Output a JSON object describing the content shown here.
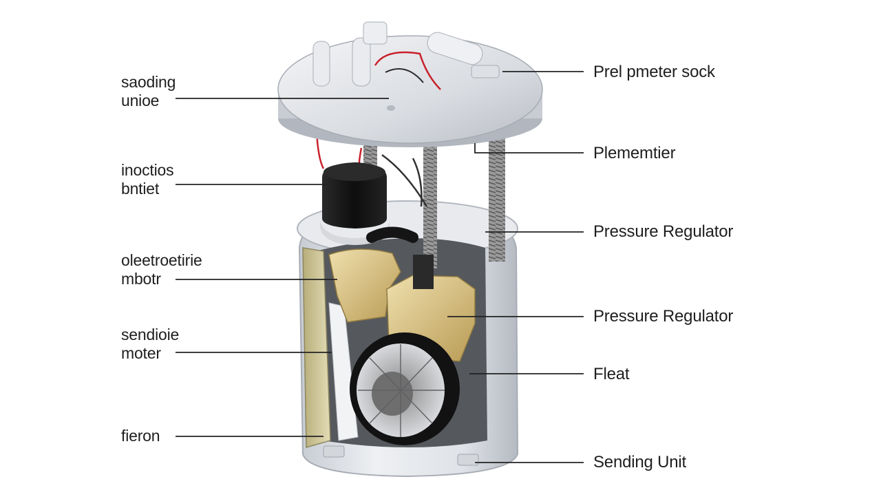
{
  "diagram": {
    "left_labels": [
      {
        "line1": "saoding",
        "line2": "unioe"
      },
      {
        "line1": "inoctios",
        "line2": "bntiet"
      },
      {
        "line1": "oleetroetirie",
        "line2": "mbotr"
      },
      {
        "line1": "sendioie",
        "line2": "moter"
      },
      {
        "line1": "fieron",
        "line2": ""
      }
    ],
    "right_labels": [
      "Prel pmeter sock",
      "Plememtier",
      "Pressure Regulator",
      "Pressure Regulator",
      "Fleat",
      "Sending Unit"
    ],
    "colors": {
      "plastic": "#d9dde3",
      "canister": "#e2e5ea",
      "tan_part": "#d9c48c",
      "black_part": "#141414",
      "spring": "#8c8c8c",
      "wire_red": "#c8202a",
      "leader_line": "#222222"
    }
  }
}
